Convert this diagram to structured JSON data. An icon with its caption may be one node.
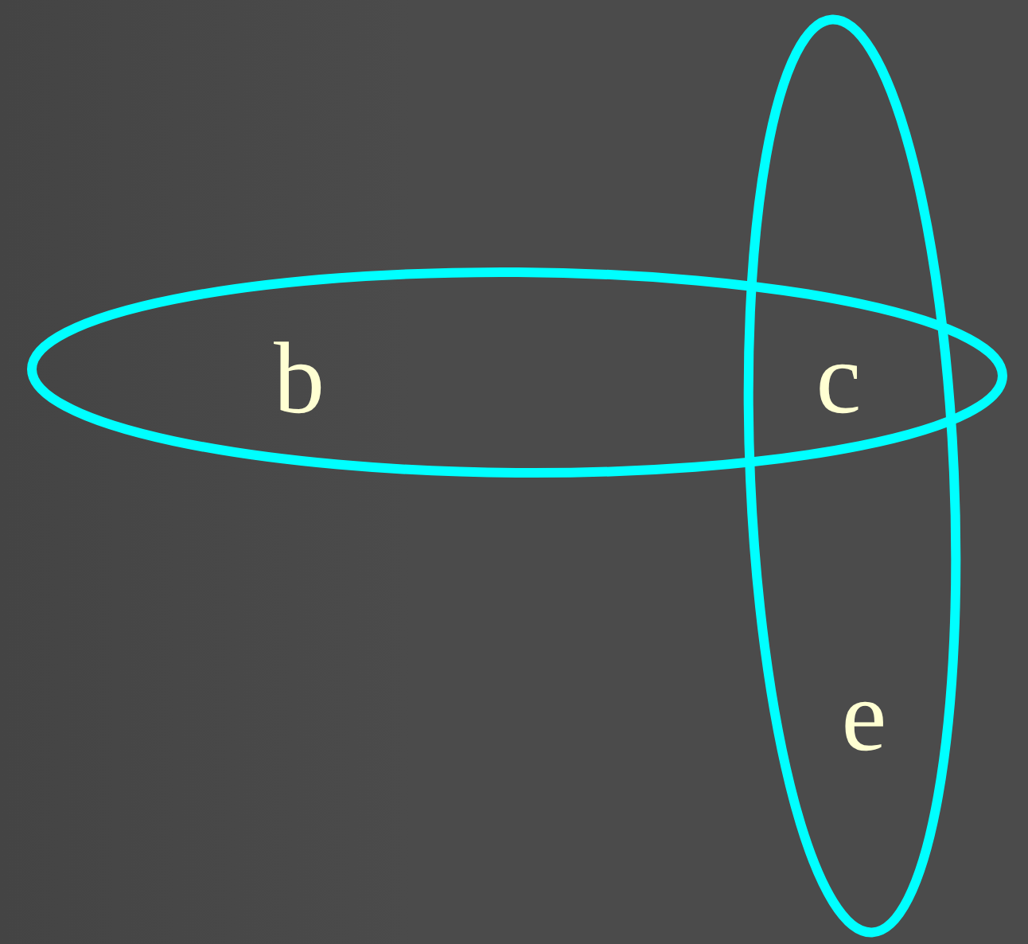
{
  "diagram": {
    "nodes": [
      {
        "text": [],
        "shape": "ellipse"
      },
      {
        "text": [],
        "shape": "ellipse"
      }
    ],
    "labels": [
      "b",
      "c",
      "e"
    ]
  }
}
